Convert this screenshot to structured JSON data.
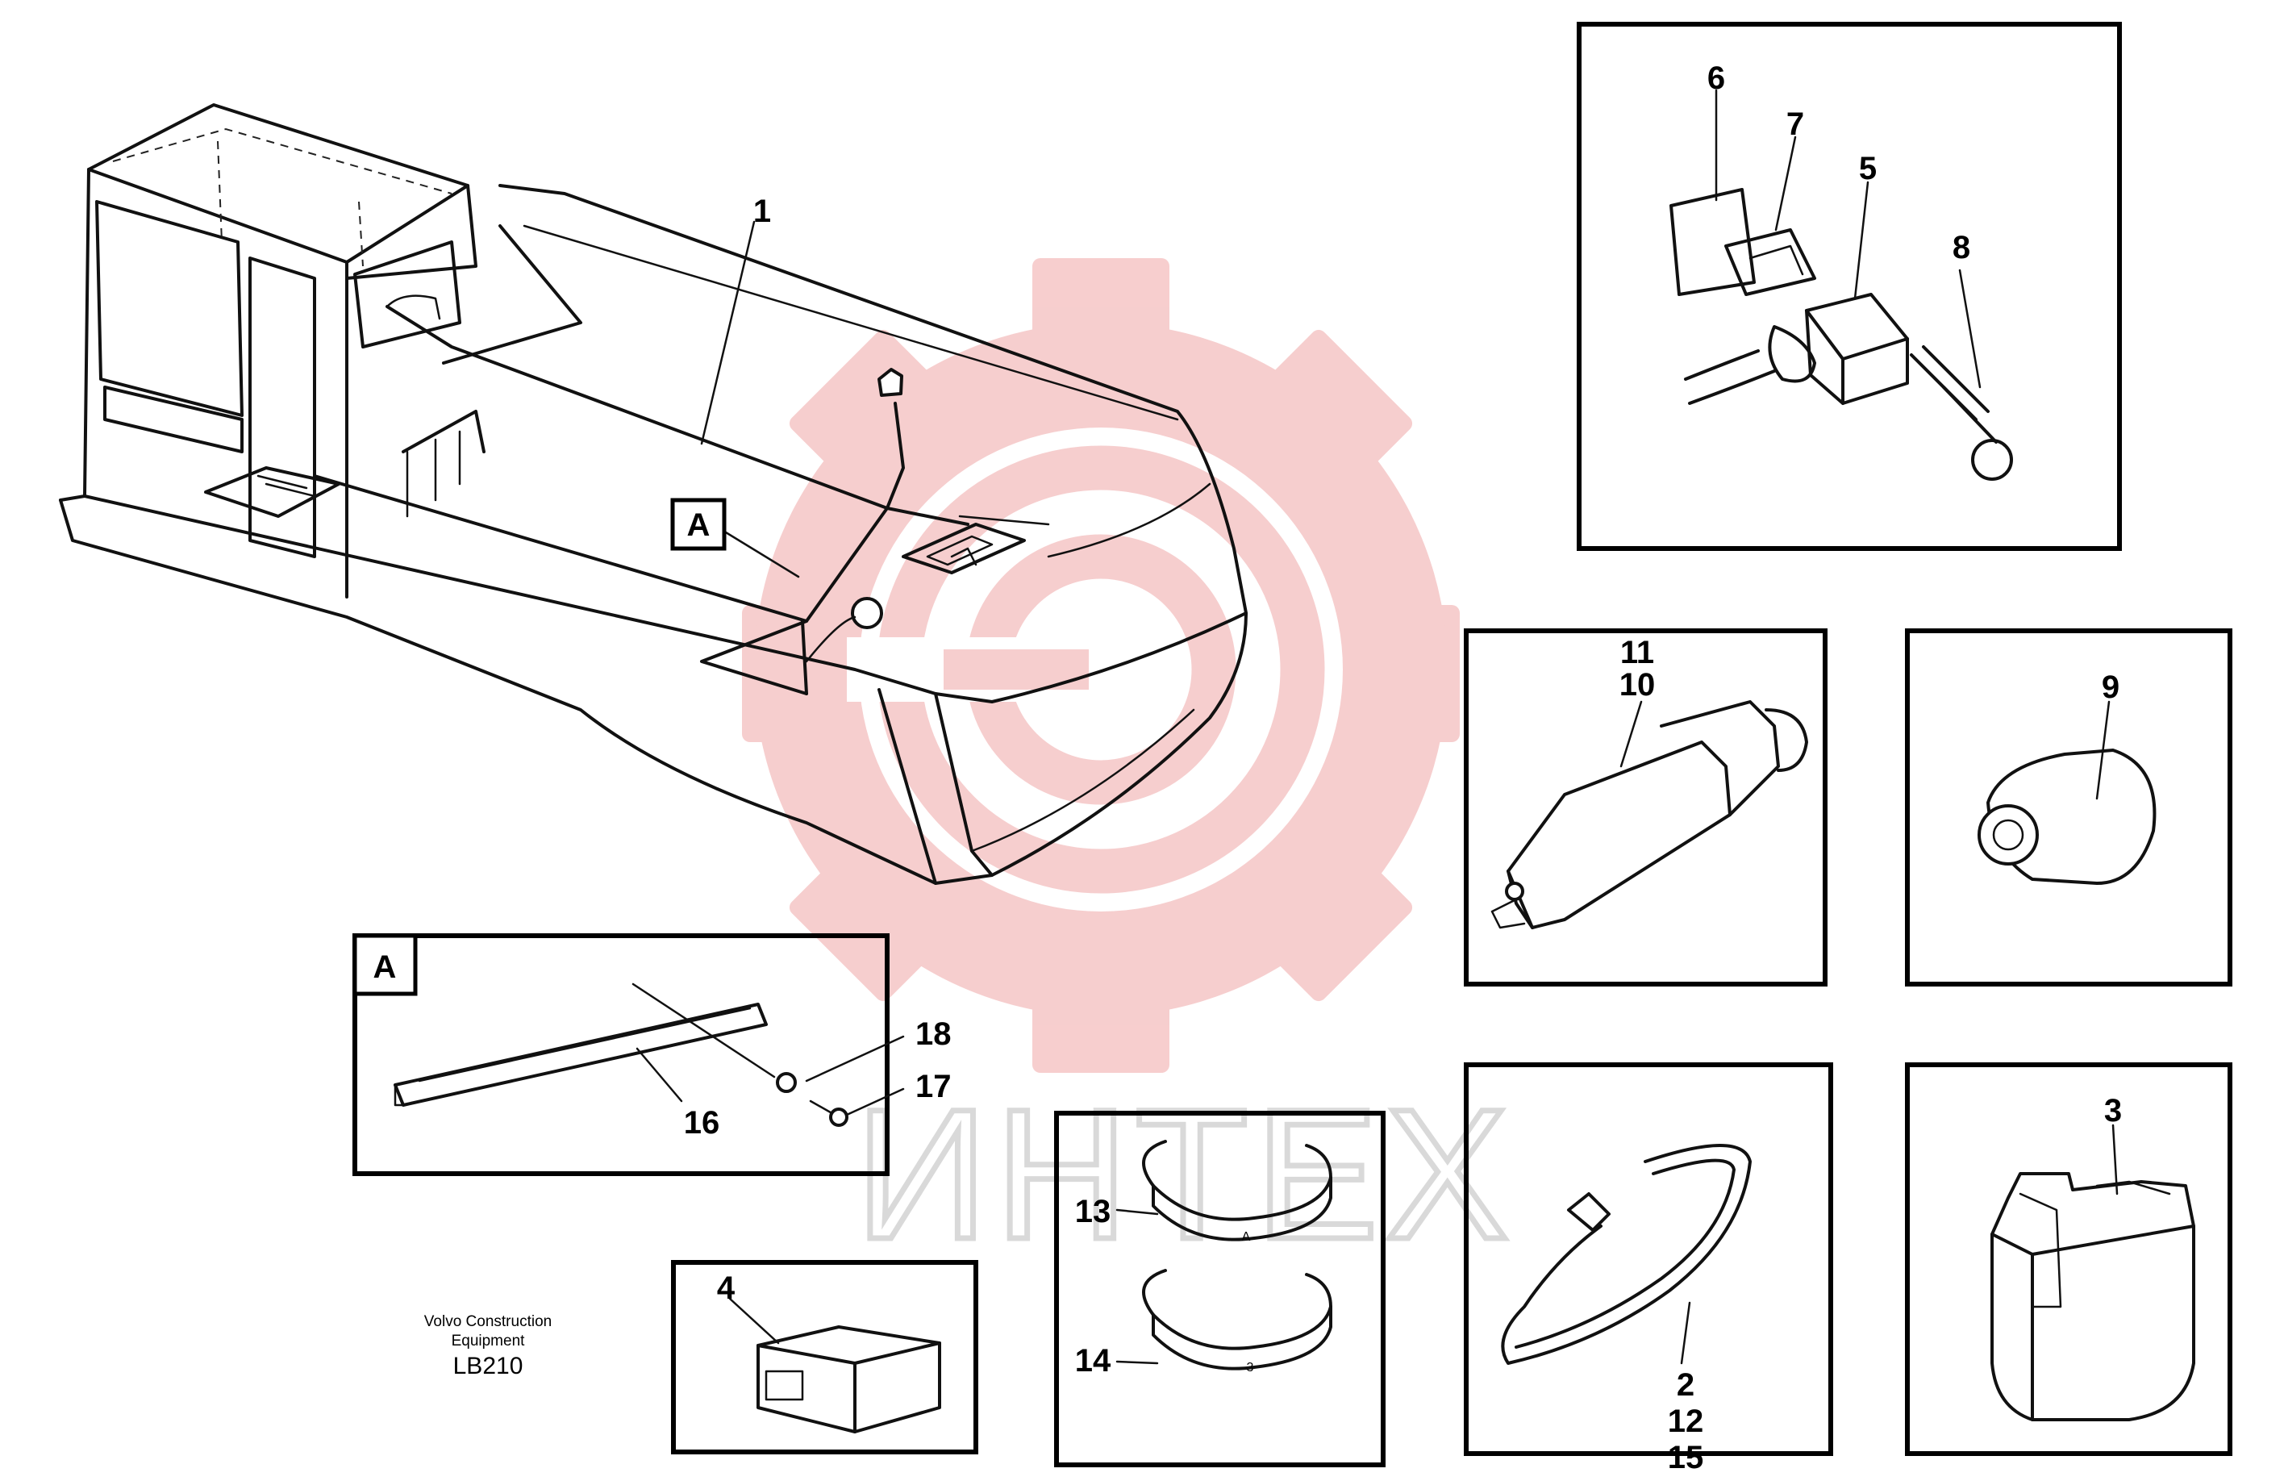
{
  "watermark": {
    "text": "ИНТЕХ",
    "gear_color": "#f6c9c9"
  },
  "callouts": {
    "c1": "1",
    "c2": "2",
    "c3": "3",
    "c4": "4",
    "c5": "5",
    "c6": "6",
    "c7": "7",
    "c8": "8",
    "c9": "9",
    "c10": "10",
    "c11": "11",
    "c12": "12",
    "c13": "13",
    "c14": "14",
    "c15": "15",
    "c16": "16",
    "c17": "17",
    "c18": "18"
  },
  "detail_tag": "A",
  "band_marks": {
    "band13": "A",
    "band14": "3"
  },
  "footer": {
    "company_line1": "Volvo Construction",
    "company_line2": "Equipment",
    "code": "LB210"
  }
}
